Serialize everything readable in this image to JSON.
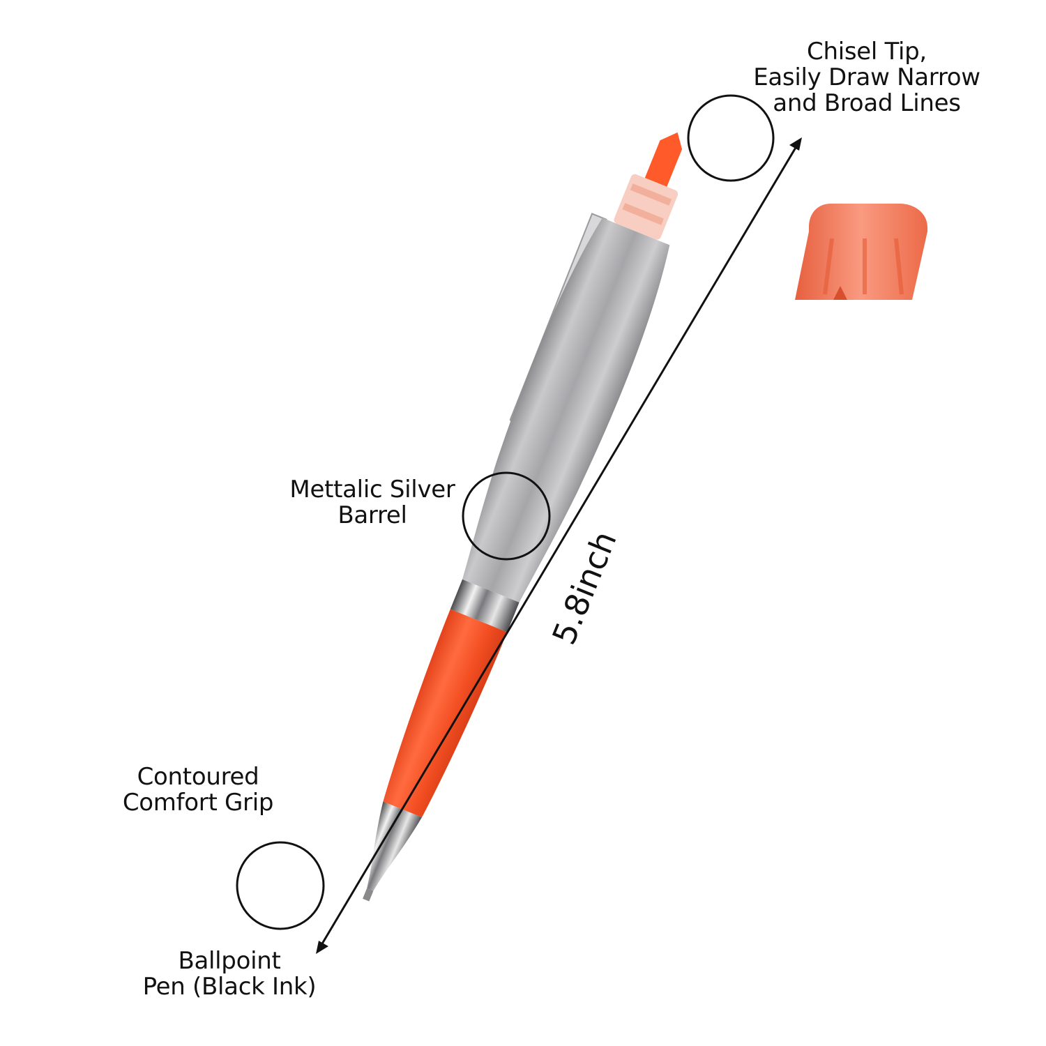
{
  "annotations": {
    "chisel_tip": [
      "Chisel Tip,",
      "Easily Draw Narrow",
      "and Broad Lines"
    ],
    "barrel": [
      "Mettalic Silver",
      "Barrel"
    ],
    "grip": [
      "Contoured",
      "Comfort Grip"
    ],
    "ballpoint": [
      "Ballpoint",
      "Pen (Black Ink)"
    ]
  },
  "dimension": {
    "length_label": "5.8inch"
  },
  "colors": {
    "barrel_silver": "#b9b9bb",
    "grip_orange": "#f2522a",
    "highlighter_tip": "#ff5a2a",
    "cap_orange": "#f47f63",
    "line": "#111111"
  }
}
